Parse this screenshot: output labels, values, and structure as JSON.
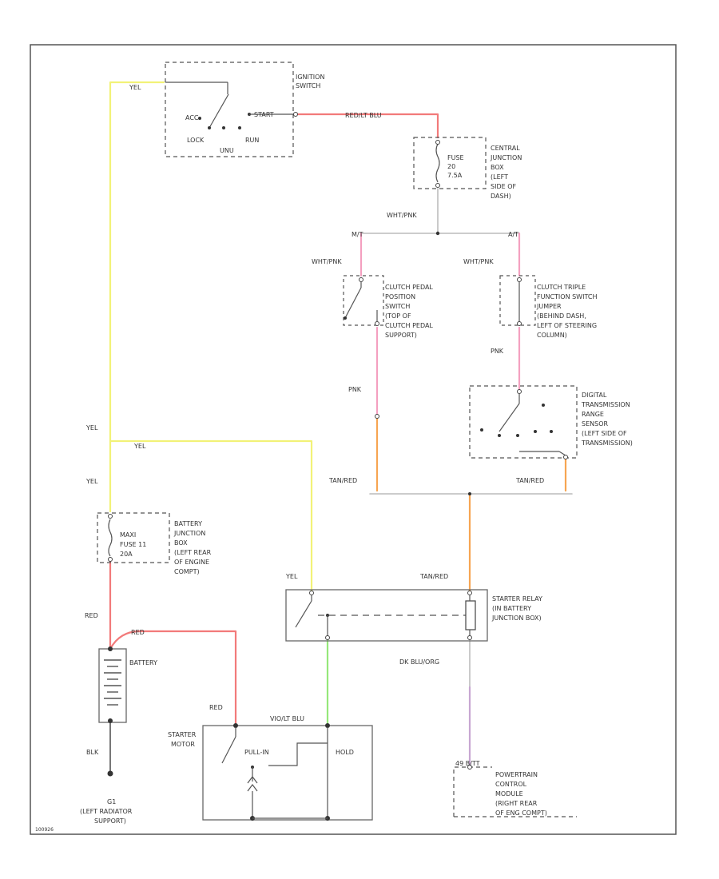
{
  "colors": {
    "yel": "#f2f277",
    "red": "#f27a7a",
    "pnk": "#f4a0c0",
    "tan_red": "#f7a552",
    "grn": "#96e87a",
    "gry": "#bcbcbc",
    "vio": "#c7a6d2"
  },
  "labels": {
    "ignition_switch": [
      "IGNITION",
      "SWITCH"
    ],
    "switch_positions": {
      "acc": "ACC",
      "lock": "LOCK",
      "start": "START",
      "run": "RUN",
      "unused": "UNU"
    },
    "central_junction": [
      "CENTRAL",
      "JUNCTION",
      "BOX",
      "(LEFT",
      "SIDE OF",
      "DASH)"
    ],
    "fuse_cjb": [
      "FUSE",
      "20",
      "7.5A"
    ],
    "mt": "M/T",
    "at": "A/T",
    "clutch_pedal_switch": [
      "CLUTCH PEDAL",
      "POSITION",
      "SWITCH",
      "(TOP OF",
      "CLUTCH PEDAL",
      "SUPPORT)"
    ],
    "clutch_jumper": [
      "CLUTCH TRIPLE",
      "FUNCTION SWITCH",
      "JUMPER",
      "(BEHIND DASH,",
      "LEFT OF STEERING",
      "COLUMN)"
    ],
    "trans_range_sensor": [
      "DIGITAL",
      "TRANSMISSION",
      "RANGE",
      "SENSOR",
      "(LEFT SIDE OF",
      "TRANSMISSION)"
    ],
    "battery_junction": [
      "BATTERY",
      "JUNCTION",
      "BOX",
      "(LEFT REAR",
      "OF ENGINE",
      "COMPT)"
    ],
    "maxi_fuse": [
      "MAXI",
      "FUSE 11",
      "20A"
    ],
    "battery": "BATTERY",
    "starter_relay": [
      "STARTER RELAY",
      "(IN BATTERY",
      "JUNCTION BOX)"
    ],
    "starter_motor": [
      "STARTER",
      "MOTOR"
    ],
    "pull_in": "PULL-IN",
    "hold": "HOLD",
    "ground": [
      "G1",
      "(LEFT RADIATOR",
      "SUPPORT)"
    ],
    "pcm": [
      "POWERTRAIN",
      "CONTROL",
      "MODULE",
      "(RIGHT REAR",
      "OF ENG COMPT)"
    ],
    "pcm_pin": "49 B/TT",
    "footer_code": "100926"
  },
  "wire_labels": {
    "yel_top": "YEL",
    "red_blu": "RED/LT BLU",
    "wht_pnk_main": "WHT/PNK",
    "wht_pnk_mt": "WHT/PNK",
    "wht_pnk_at": "WHT/PNK",
    "pnk_mt": "PNK",
    "pnk_at": "PNK",
    "yel_left_1": "YEL",
    "yel_branch": "YEL",
    "yel_left_2": "YEL",
    "tan_red_mt": "TAN/RED",
    "tan_red_at": "TAN/RED",
    "tan_red_relay": "TAN/RED",
    "yel_relay": "YEL",
    "red_1": "RED",
    "red_2": "RED",
    "red_3": "RED",
    "blk": "BLK",
    "vio_lt_blu": "VIO/LT BLU",
    "dk_blu_org": "DK BLU/ORG"
  }
}
